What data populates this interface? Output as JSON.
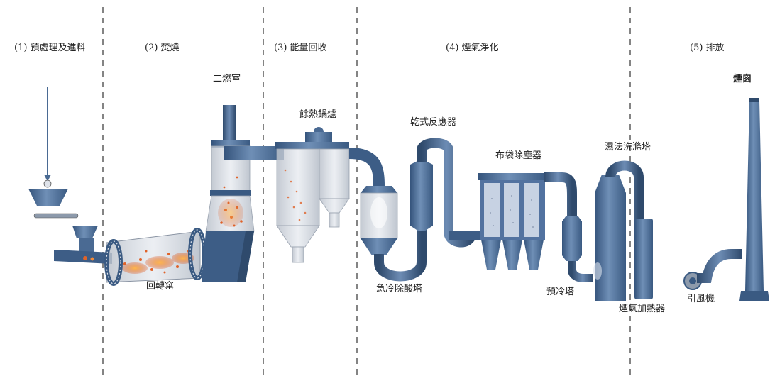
{
  "stages": [
    {
      "label": "(1) 預處理及進料"
    },
    {
      "label": "(2) 焚燒"
    },
    {
      "label": "(3) 能量回收"
    },
    {
      "label": "(4) 煙氣淨化"
    },
    {
      "label": "(5) 排放"
    }
  ],
  "components": {
    "rotary_kiln": "回轉窰",
    "secondary_chamber": "二燃室",
    "waste_heat_boiler": "餘熱鍋爐",
    "quench_tower": "急冷除酸塔",
    "dry_reactor": "乾式反應器",
    "bag_filter": "布袋除塵器",
    "precooling_tower": "預冷塔",
    "wet_scrubber": "濕法洗滌塔",
    "flue_gas_heater": "煙氣加熱器",
    "induced_fan": "引風機",
    "chimney": "煙囪"
  },
  "colors": {
    "equipment": "#4a6a93",
    "equipment_dark": "#2f4a6c",
    "glass": "#c9ced6",
    "fire": "#e0632a",
    "divider": "#333333"
  }
}
